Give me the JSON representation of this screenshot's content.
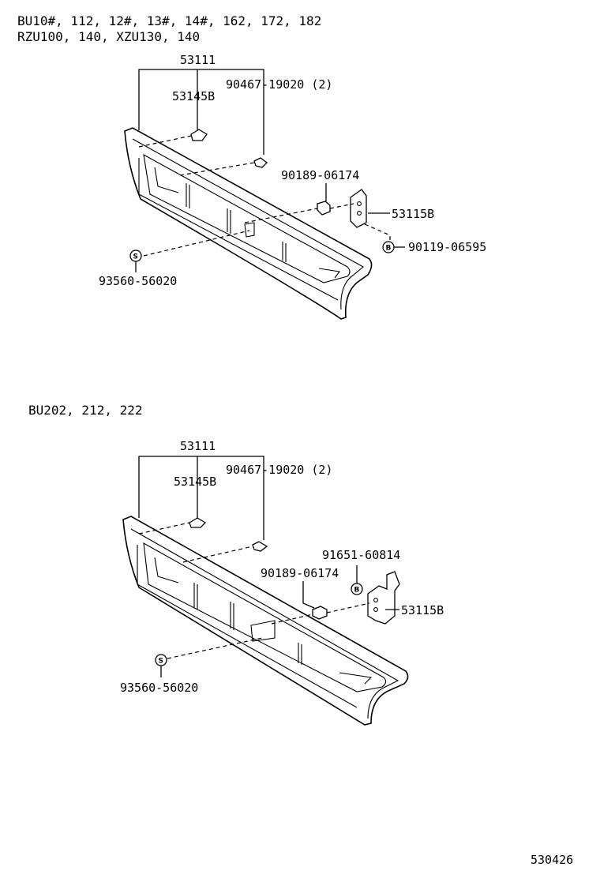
{
  "diagram1": {
    "applicability_line1": "BU10#, 112, 12#, 13#, 14#, 162, 172, 182",
    "applicability_line2": "RZU100, 140, XZU130, 140",
    "part_grille": "53111",
    "part_screw": "90467-19020 (2)",
    "part_bracket_left": "53145B",
    "part_retainer": "90189-06174",
    "part_bracket_right": "53115B",
    "part_bolt": "90119-06595",
    "part_screw_s": "93560-56020",
    "symbol_b": "B",
    "symbol_s": "S"
  },
  "diagram2": {
    "applicability_line1": "BU202, 212, 222",
    "part_grille": "53111",
    "part_screw": "90467-19020 (2)",
    "part_bracket_left": "53145B",
    "part_nut": "91651-60814",
    "part_retainer": "90189-06174",
    "part_bracket_right": "53115B",
    "part_screw_s": "93560-56020",
    "symbol_b": "B",
    "symbol_s": "S"
  },
  "figure_number": "530426"
}
